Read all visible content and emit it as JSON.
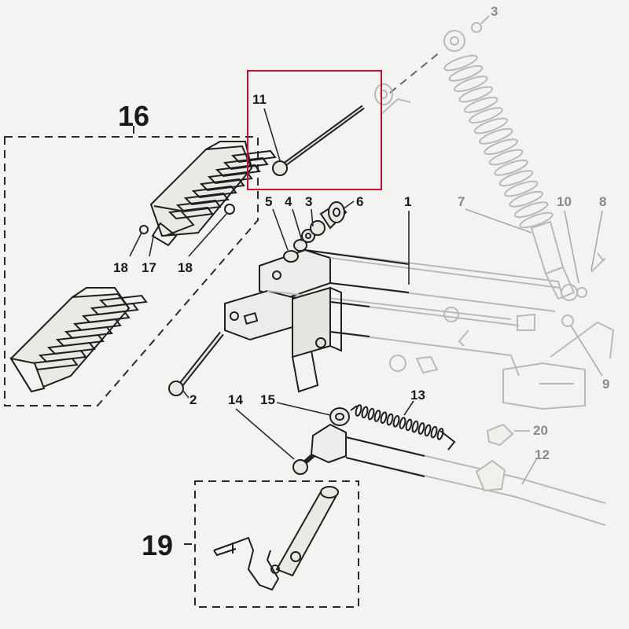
{
  "callouts": {
    "c1": "1",
    "c2": "2",
    "c3a": "3",
    "c3b": "3",
    "c4": "4",
    "c5": "5",
    "c6": "6",
    "c7": "7",
    "c8": "8",
    "c9": "9",
    "c10": "10",
    "c11": "11",
    "c12": "12",
    "c13": "13",
    "c14": "14",
    "c15": "15",
    "c16": "16",
    "c17": "17",
    "c18a": "18",
    "c18b": "18",
    "c19": "19",
    "c20": "20"
  },
  "highlight": {
    "color": "#c8102e",
    "target": "11"
  },
  "colors": {
    "ink": "#1f1f1f",
    "faded": "#b9b9b9",
    "paper": "#f3f3f1"
  }
}
